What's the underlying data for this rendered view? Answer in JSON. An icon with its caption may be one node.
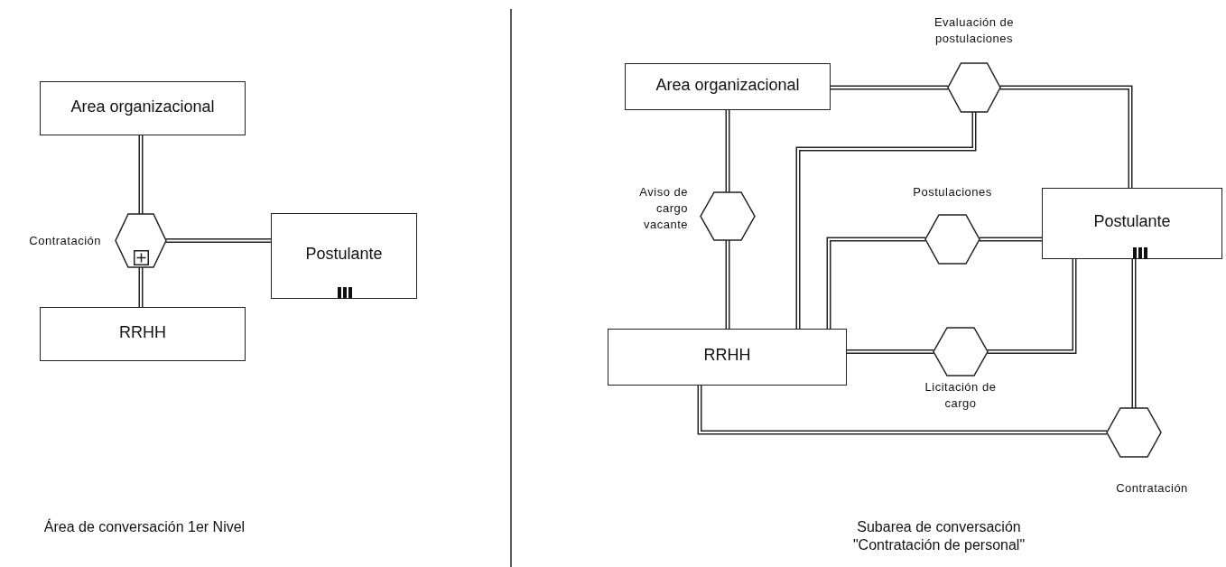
{
  "diagram": {
    "nodes": [
      {
        "text": [
          "Area organizacional"
        ]
      },
      {
        "text": [
          "Contratación"
        ]
      },
      {
        "text": [
          "Postulante"
        ]
      },
      {
        "text": [
          "RRHH"
        ]
      },
      {
        "text": [
          "Area organizacional"
        ]
      },
      {
        "text": [
          "Evaluación de postulaciones"
        ]
      },
      {
        "text": [
          "Aviso de cargo vacante"
        ]
      },
      {
        "text": [
          "Postulaciones"
        ]
      },
      {
        "text": [
          "Postulante"
        ]
      },
      {
        "text": [
          "RRHH"
        ]
      },
      {
        "text": [
          "Licitación de cargo"
        ]
      },
      {
        "text": [
          "Contratación"
        ]
      }
    ],
    "edges": [
      {
        "from": 0,
        "to": 1,
        "arrow": "none"
      },
      {
        "from": 1,
        "to": 2,
        "arrow": "none"
      },
      {
        "from": 1,
        "to": 3,
        "arrow": "none"
      },
      {
        "from": 4,
        "to": 5,
        "arrow": "none"
      },
      {
        "from": 5,
        "to": 8,
        "arrow": "none"
      },
      {
        "from": 5,
        "to": 9,
        "arrow": "none"
      },
      {
        "from": 4,
        "to": 6,
        "arrow": "none"
      },
      {
        "from": 6,
        "to": 9,
        "arrow": "none"
      },
      {
        "from": 9,
        "to": 7,
        "arrow": "none"
      },
      {
        "from": 7,
        "to": 8,
        "arrow": "none"
      },
      {
        "from": 9,
        "to": 10,
        "arrow": "none"
      },
      {
        "from": 10,
        "to": 8,
        "arrow": "none"
      },
      {
        "from": 9,
        "to": 11,
        "arrow": "none"
      },
      {
        "from": 8,
        "to": 11,
        "arrow": "none"
      }
    ],
    "labels": [
      "Área de conversación 1er Nivel",
      "Subarea de conversación \"Contratación de personal\""
    ]
  }
}
